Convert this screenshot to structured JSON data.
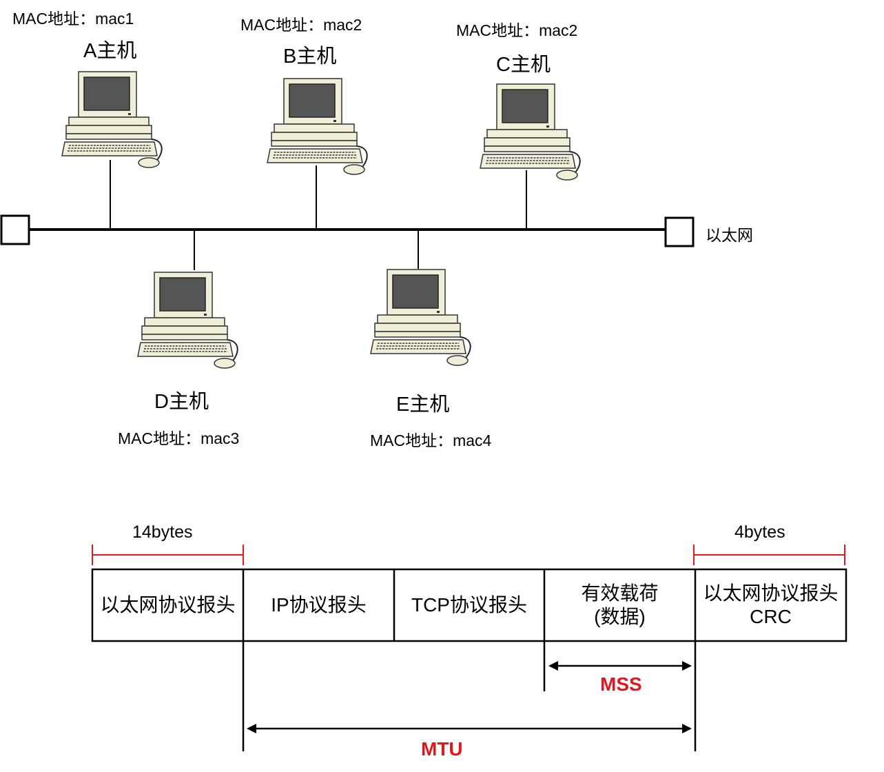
{
  "network": {
    "label": "以太网",
    "hosts": [
      {
        "name": "A主机",
        "mac": "MAC地址：mac1"
      },
      {
        "name": "B主机",
        "mac": "MAC地址：mac2"
      },
      {
        "name": "C主机",
        "mac": "MAC地址：mac2"
      },
      {
        "name": "D主机",
        "mac": "MAC地址：mac3"
      },
      {
        "name": "E主机",
        "mac": "MAC地址：mac4"
      }
    ]
  },
  "frame": {
    "header_size": "14bytes",
    "trailer_size": "4bytes",
    "fields": [
      {
        "line1": "以太网协议报头",
        "line2": ""
      },
      {
        "line1": "IP协议报头",
        "line2": ""
      },
      {
        "line1": "TCP协议报头",
        "line2": ""
      },
      {
        "line1": "有效载荷",
        "line2": "(数据)"
      },
      {
        "line1": "以太网协议报头",
        "line2": "CRC"
      }
    ],
    "mss_label": "MSS",
    "mtu_label": "MTU"
  },
  "colors": {
    "accent": "#e8141c",
    "monitor_screen": "#555555",
    "computer_body": "#f2efd8"
  }
}
